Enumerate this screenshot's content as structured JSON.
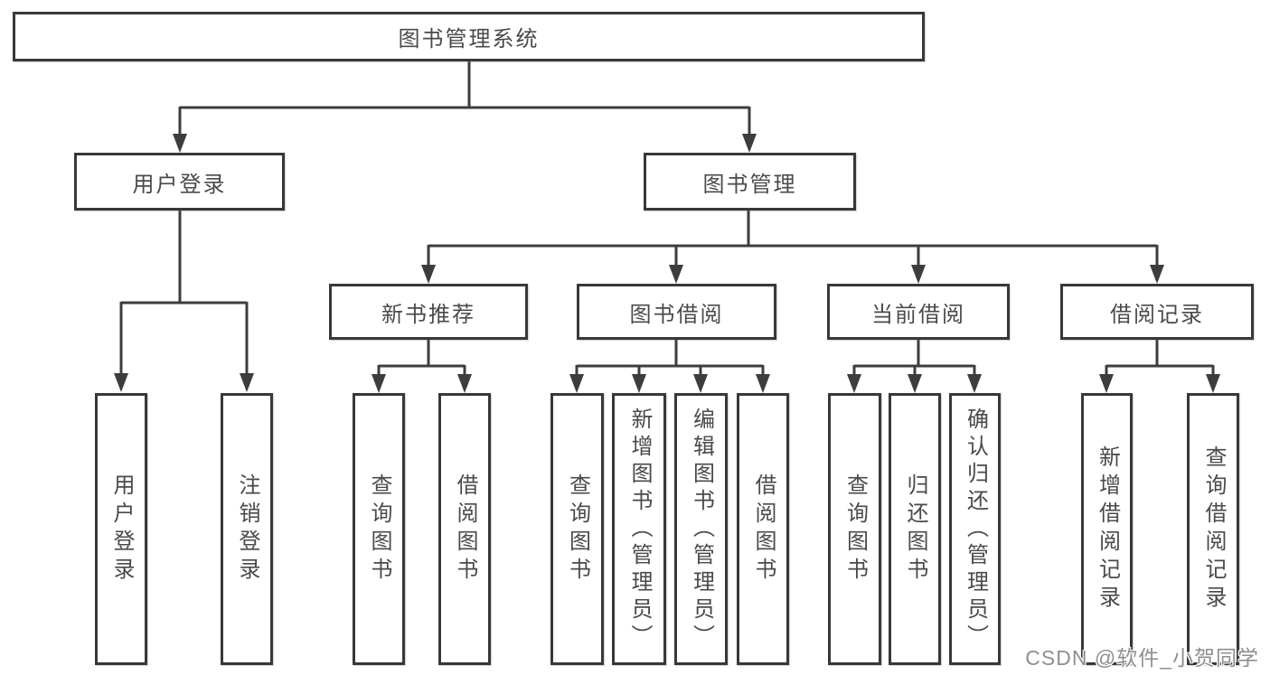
{
  "diagram": {
    "root": {
      "label": "图书管理系统"
    },
    "branches": [
      {
        "label": "用户登录",
        "children": [
          {
            "label": "用户登录"
          },
          {
            "label": "注销登录"
          }
        ]
      },
      {
        "label": "图书管理",
        "children": [
          {
            "label": "新书推荐",
            "children": [
              {
                "label": "查询图书"
              },
              {
                "label": "借阅图书"
              }
            ]
          },
          {
            "label": "图书借阅",
            "children": [
              {
                "label": "查询图书"
              },
              {
                "label": "新增图书（管理员）"
              },
              {
                "label": "编辑图书（管理员）"
              },
              {
                "label": "借阅图书"
              }
            ]
          },
          {
            "label": "当前借阅",
            "children": [
              {
                "label": "查询图书"
              },
              {
                "label": "归还图书"
              },
              {
                "label": "确认归还（管理员）"
              }
            ]
          },
          {
            "label": "借阅记录",
            "children": [
              {
                "label": "新增借阅记录"
              },
              {
                "label": "查询借阅记录"
              }
            ]
          }
        ]
      }
    ]
  },
  "watermark": {
    "text": "CSDN @软件_小贺同学"
  },
  "colors": {
    "line": "#3d3d3d",
    "box_border": "#383838",
    "text": "#4a4a4a",
    "watermark": "#8f8f8f",
    "background": "#ffffff"
  }
}
